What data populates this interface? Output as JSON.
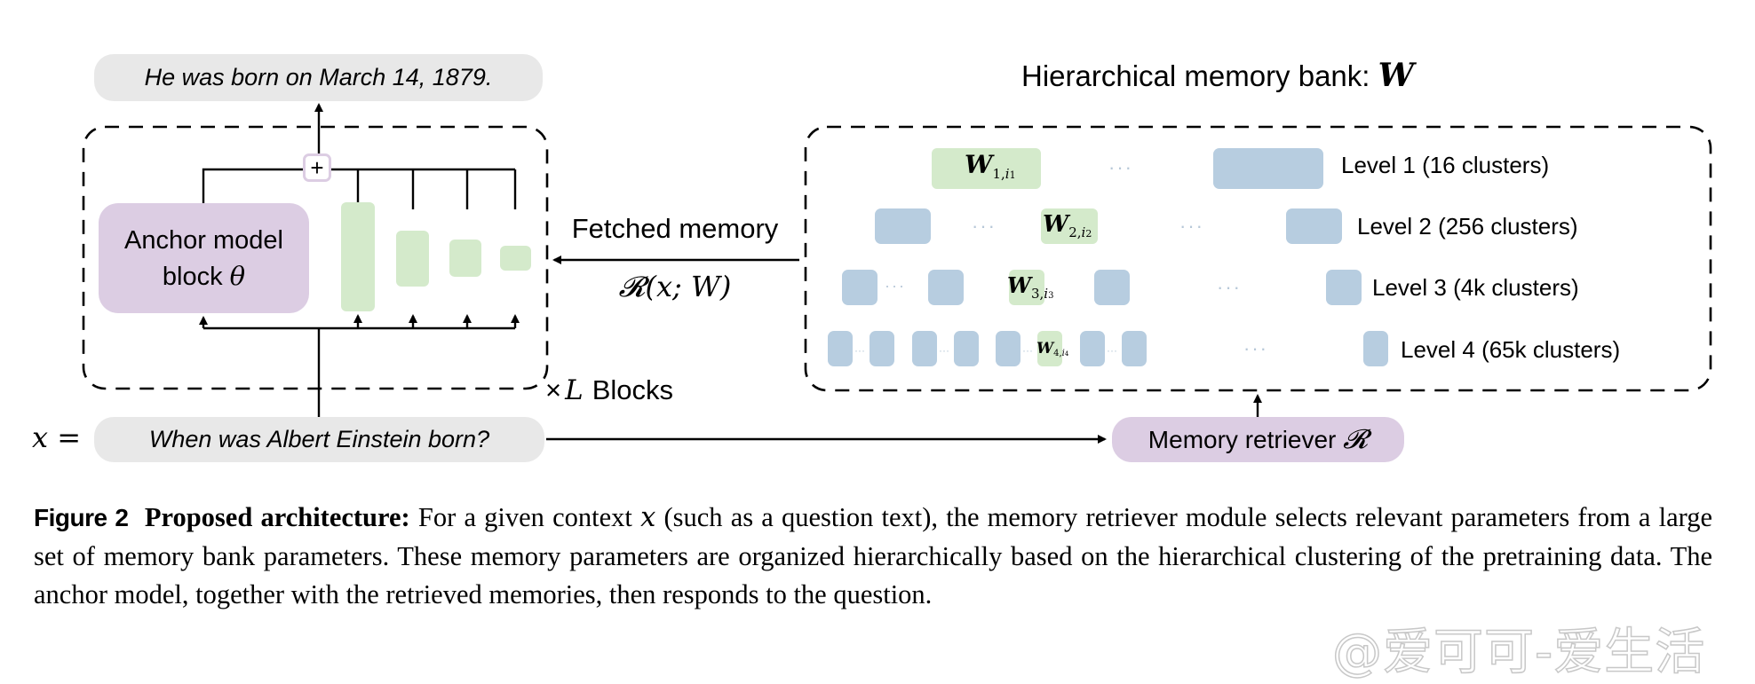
{
  "diagram": {
    "output_text": "He was born on March 14, 1879.",
    "input_prefix": "x =",
    "input_text": "When was Albert Einstein born?",
    "anchor_block": {
      "line1": "Anchor model",
      "line2": "block",
      "symbol": "θ"
    },
    "plus_symbol": "+",
    "fetched_memory_label": "Fetched memory",
    "retrieval_formula": "𝓡(x; W)",
    "blocks_label": {
      "times": "×",
      "symbol": "L",
      "text": "Blocks"
    },
    "memory_bank_title": {
      "text": "Hierarchical memory bank:",
      "symbol": "W"
    },
    "memory_retriever": {
      "text": "Memory retriever",
      "symbol": "𝓡"
    },
    "levels": [
      {
        "label": "Level 1 (16 clusters)",
        "selected": {
          "base": "W",
          "sub_index": "1",
          "sub_var": "i",
          "sub_var_index": "1"
        }
      },
      {
        "label": "Level 2 (256 clusters)",
        "selected": {
          "base": "W",
          "sub_index": "2",
          "sub_var": "i",
          "sub_var_index": "2"
        }
      },
      {
        "label": "Level 3 (4k clusters)",
        "selected": {
          "base": "W",
          "sub_index": "3",
          "sub_var": "i",
          "sub_var_index": "3"
        }
      },
      {
        "label": "Level 4 (65k clusters)",
        "selected": {
          "base": "W",
          "sub_index": "4",
          "sub_var": "i",
          "sub_var_index": "4"
        }
      }
    ],
    "ellipsis": "···",
    "colors": {
      "selected_memory": "#d4eacb",
      "other_memory": "#b7cde0",
      "module": "#dccde3",
      "text_bubble": "#e8e8e8"
    }
  },
  "caption": {
    "figure_label": "Figure 2",
    "title": "Proposed architecture:",
    "text_part1": "For a given context",
    "var": "x",
    "text_part2": "(such as a question text), the memory retriever module selects relevant parameters from a large set of memory bank parameters. These memory parameters are organized hierarchically based on the hierarchical clustering of the pretraining data.  The anchor model, together with the retrieved memories, then responds to the question."
  },
  "watermark": "@爱可可-爱生活"
}
